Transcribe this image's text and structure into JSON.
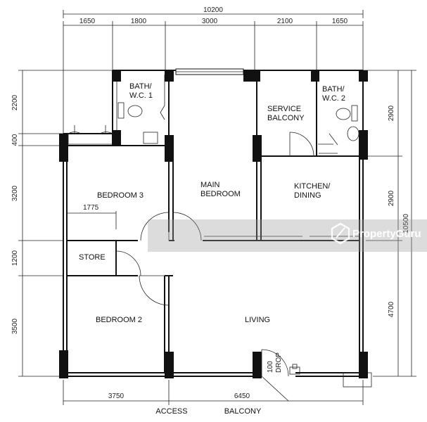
{
  "dimensions": {
    "overall_width": "10200",
    "top_segments": [
      "1650",
      "1800",
      "3000",
      "2100",
      "1650"
    ],
    "left_segments": [
      "2200",
      "400",
      "3200",
      "1200",
      "3500"
    ],
    "right_segments": [
      "2900",
      "2900",
      "4700"
    ],
    "overall_height": "10500",
    "bottom_segments": [
      "3750",
      "6450"
    ],
    "inner": "1775"
  },
  "rooms": {
    "bath1": [
      "BATH/",
      "W.C. 1"
    ],
    "bath2": [
      "BATH/",
      "W.C. 2"
    ],
    "service_balcony": [
      "SERVICE",
      "BALCONY"
    ],
    "main_bedroom": [
      "MAIN",
      "BEDROOM"
    ],
    "kitchen": [
      "KITCHEN/",
      "DINING"
    ],
    "bedroom3": "BEDROOM 3",
    "store": "STORE",
    "bedroom2": "BEDROOM 2",
    "living": "LIVING"
  },
  "annotations": {
    "drop": [
      "100",
      "DROP"
    ],
    "access": "ACCESS",
    "balcony": "BALCONY"
  },
  "watermark": "PropertyGuru"
}
